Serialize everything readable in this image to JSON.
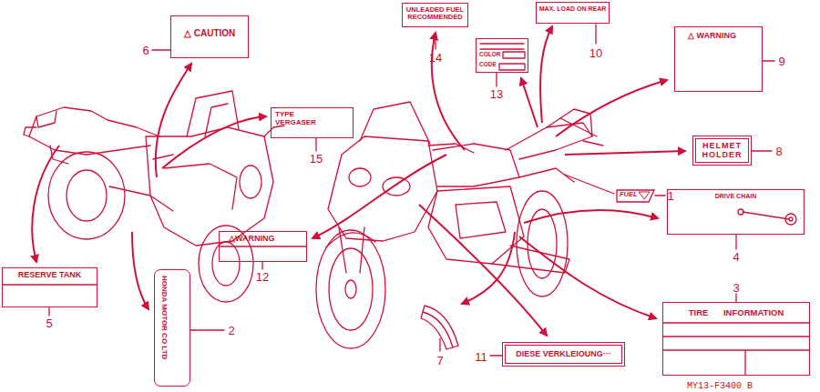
{
  "diagram": {
    "nodes": [
      {
        "text": [
          "△ CAUTION"
        ]
      },
      {
        "text": [
          "UNLEADED FUEL RECOMMENDED"
        ]
      },
      {
        "text": [
          "MAX. LOAD ON REAR"
        ]
      },
      {
        "text": [
          "△ WARNING"
        ]
      },
      {
        "text": [
          "COLOR",
          "CODE"
        ]
      },
      {
        "text": [
          "TYPE VERGASER"
        ]
      },
      {
        "text": [
          "HELMET HOLDER"
        ]
      },
      {
        "text": [
          "FUEL"
        ]
      },
      {
        "text": [
          "DRIVE CHAIN"
        ]
      },
      {
        "text": [
          "△WARNING"
        ]
      },
      {
        "text": [
          "RESERVE TANK"
        ]
      },
      {
        "text": [
          "HONDA MOTOR CO LTD"
        ]
      },
      {
        "text": [
          "TIRE INFORMATION"
        ]
      },
      {
        "text": [
          "DIESE VERKLEIOUNG···"
        ]
      }
    ],
    "labels": [
      "6",
      "14",
      "10",
      "9",
      "13",
      "15",
      "8",
      "1",
      "4",
      "12",
      "5",
      "2",
      "3",
      "7",
      "11",
      "MY13-F3400 B"
    ]
  }
}
